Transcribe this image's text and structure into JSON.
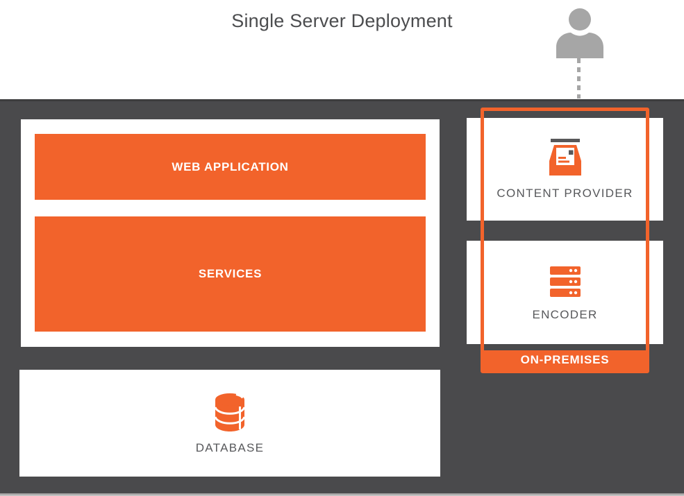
{
  "title": "Single Server Deployment",
  "server_zone": {
    "web_application_label": "WEB APPLICATION",
    "services_label": "SERVICES",
    "database_label": "DATABASE"
  },
  "on_premises_zone": {
    "badge_label": "ON-PREMISES",
    "content_provider_label": "CONTENT PROVIDER",
    "encoder_label": "ENCODER"
  },
  "icons": {
    "user": "user-icon",
    "content_provider": "inbox-document-icon",
    "encoder": "server-stack-icon",
    "database": "database-icon"
  },
  "colors": {
    "accent_orange": "#f2632b",
    "background_dark_gray": "#4a4a4c",
    "label_gray": "#57585b",
    "user_gray": "#a6a6a6"
  }
}
